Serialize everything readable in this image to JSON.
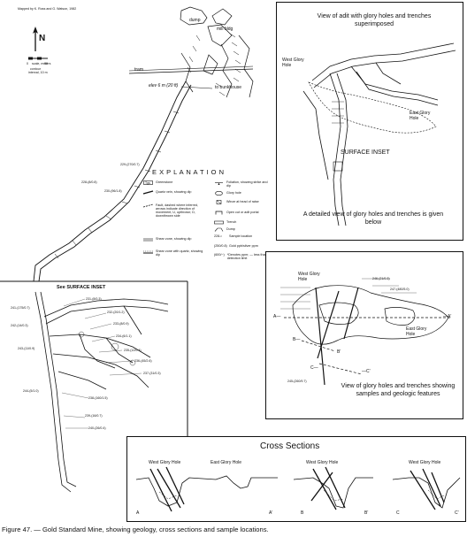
{
  "credit": "Mapped by K. Ross and G. Watson, 1982",
  "scale": {
    "north": "N",
    "lines": [
      "0",
      "scale, meters",
      "10",
      "contour",
      "interval, 10 m"
    ]
  },
  "main_map": {
    "labels": {
      "dump": "dump",
      "mill_bldg": "mill bldg",
      "tram": "tram",
      "elevation": "elev 6 m (20 ft)",
      "bunkhouse": "to bunkhouse",
      "see_inset": "See SURFACE INSET"
    }
  },
  "legend": {
    "title": "E X P L A N A T I O N",
    "left": [
      "Greenstone",
      "Quartz vein, showing dip",
      "Fault, dashed where inferred, arrows indicate direction of movement, U, upthrown; D, downthrown side",
      "Shear zone, showing dip",
      "Shear zone with quartz, showing dip"
    ],
    "right": [
      "Foliation, showing strike and dip",
      "Glory hole",
      "Winze at head of raise",
      "Open cut or adit portal",
      "Trench",
      "Dump",
      "Sample location",
      "Gold ppb/silver ppm",
      "*Denotes ppm; — less than detection limit"
    ],
    "sample_prefix": "228-•",
    "gold_silver": "(250/0.8)",
    "ppm_prefix": "(600/−)"
  },
  "inset_top": {
    "heading": "View of adit with glory holes and trenches superimposed",
    "west": "West Glory Hole",
    "east": "East Glory Hole",
    "surface": "SURFACE INSET",
    "footer": "A detailed view of glory holes and trenches is given below"
  },
  "inset_mid": {
    "west": "West Glory Hole",
    "east": "East Glory Hole",
    "a": "A—",
    "a_prime": "—A'",
    "b": "B—",
    "b_prime": "B'",
    "c": "C—",
    "c_prime": "—C'",
    "caption": "View of glory holes and trenches showing samples and geologic features"
  },
  "cross_sections": {
    "title": "Cross Sections",
    "west1": "West Glory Hole",
    "east1": "East Glory Hole",
    "west2": "West Glory Hole",
    "west3": "West Glory Hole",
    "a": "A",
    "a_prime": "A'",
    "b": "B",
    "b_prime": "B'",
    "c": "C",
    "c_prime": "C'"
  },
  "samples": [
    "228-(8/0.8)",
    "229-(270/0.7)",
    "230-(96/1.8)",
    "231-(8/0.3)",
    "232-(20/1.2)",
    "233-(8/0.9)",
    "234-(6/1.1)",
    "235-(12/0.4)",
    "236-(45/2.6)",
    "237-(31/0.3)",
    "238-(160/1.5)",
    "239-(16/0.7)",
    "240-(26/0.4)",
    "241-(175/0.7)",
    "242-(14/0.3)",
    "243-(11/0.9)",
    "244-(5/1.0)",
    "245-(260/9.7)",
    "246-(21/0.3)",
    "247-(480/5.0)"
  ],
  "figure_caption": "Figure 47. — Gold Standard Mine, showing geology, cross sections and sample locations."
}
